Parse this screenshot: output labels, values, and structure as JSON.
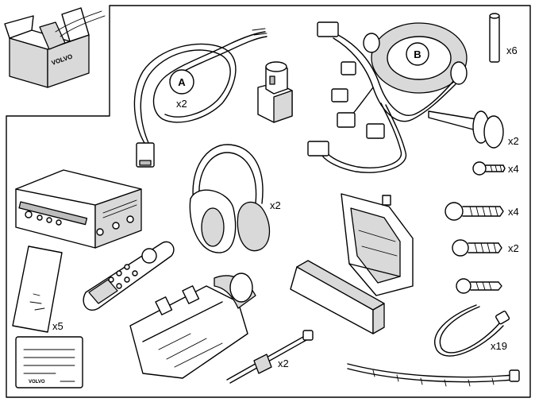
{
  "callouts": {
    "a": "A",
    "b": "B"
  },
  "quantities": {
    "cable_a": "x2",
    "spacer": "x6",
    "clip": "x2",
    "screw_small": "x4",
    "screw_medium": "x4",
    "screw_long": "x2",
    "headphones": "x2",
    "manual": "x5",
    "cable_tie_small": "x2",
    "cable_tie": "x19"
  },
  "brand": {
    "box": "VOLVO",
    "card": "VOLVO"
  },
  "colors": {
    "line": "#000000",
    "shade": "#d9d9d9",
    "dark": "#bdbdbd",
    "background": "#ffffff"
  }
}
